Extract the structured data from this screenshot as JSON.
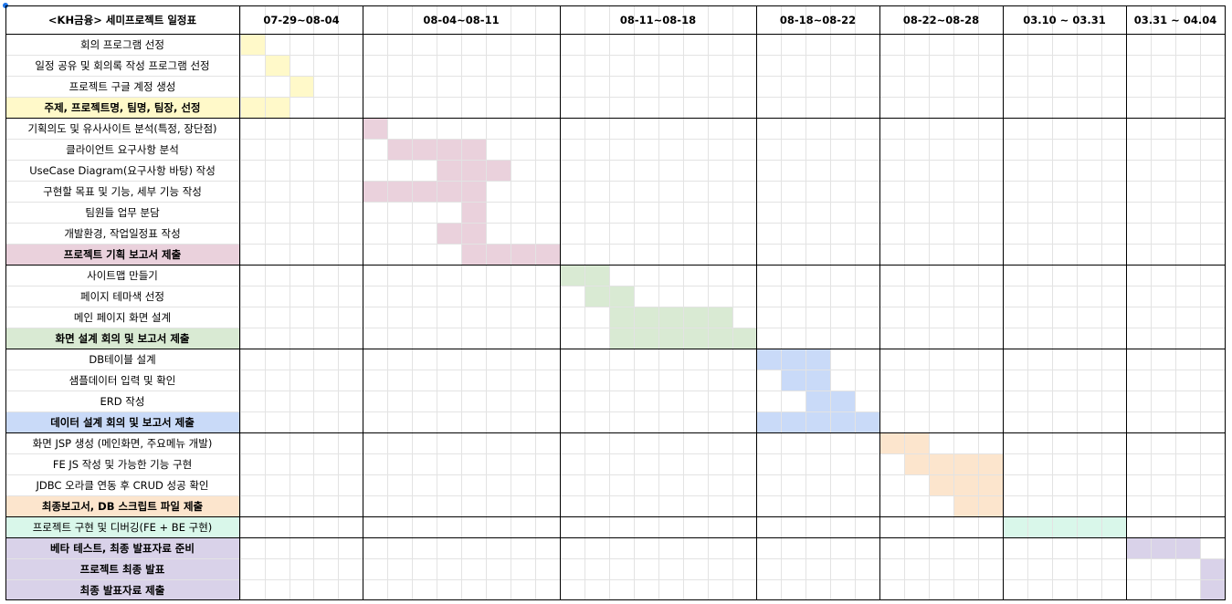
{
  "title": "<KH금융> 세미프로젝트 일정표",
  "weeks": [
    "07-29~08-04",
    "08-04~08-11",
    "08-11~08-18",
    "08-18~08-22",
    "08-22~08-28",
    "03.10 ~ 03.31",
    "03.31 ~ 04.04"
  ],
  "colors": {
    "yellow": "#fff9c9",
    "pink": "#ead1dc",
    "green": "#d9ead3",
    "blue": "#c9daf8",
    "orange": "#fce5cd",
    "teal": "#d9f7ea",
    "purple": "#d9d2e9"
  },
  "groups": [
    {
      "color": "yellow",
      "tasks": [
        {
          "label": "회의 프로그램 선정",
          "bold": false,
          "start": 0,
          "len": 1
        },
        {
          "label": "일정 공유 및 회의록 작성 프로그램 선정",
          "bold": false,
          "start": 1,
          "len": 1
        },
        {
          "label": "프로젝트 구글 계정 생성",
          "bold": false,
          "start": 2,
          "len": 1
        },
        {
          "label": "주제, 프로젝트명, 팀명, 팀장, 선정",
          "bold": true,
          "start": 0,
          "len": 2
        }
      ]
    },
    {
      "color": "pink",
      "tasks": [
        {
          "label": "기획의도 및 유사사이트 분석(특정, 장단점)",
          "bold": false,
          "start": 5,
          "len": 1
        },
        {
          "label": "클라이언트 요구사항 분석",
          "bold": false,
          "start": 6,
          "len": 4
        },
        {
          "label": "UseCase Diagram(요구사항 바탕) 작성",
          "bold": false,
          "start": 8,
          "len": 3
        },
        {
          "label": "구현할 목표 및 기능, 세부 기능 작성",
          "bold": false,
          "start": 5,
          "len": 5
        },
        {
          "label": "팀원들 업무 분담",
          "bold": false,
          "start": 9,
          "len": 1
        },
        {
          "label": "개발환경, 작업일정표 작성",
          "bold": false,
          "start": 8,
          "len": 2
        },
        {
          "label": "프로젝트 기획 보고서 제출",
          "bold": true,
          "start": 9,
          "len": 4
        }
      ]
    },
    {
      "color": "green",
      "tasks": [
        {
          "label": "사이트맵 만들기",
          "bold": false,
          "start": 13,
          "len": 2
        },
        {
          "label": "페이지 테마색 선정",
          "bold": false,
          "start": 14,
          "len": 2
        },
        {
          "label": "메인 페이지 화면 설계",
          "bold": false,
          "start": 15,
          "len": 5
        },
        {
          "label": "화면 설계 회의 및 보고서 제출",
          "bold": true,
          "start": 15,
          "len": 6
        }
      ]
    },
    {
      "color": "blue",
      "tasks": [
        {
          "label": "DB테이블 설계",
          "bold": false,
          "start": 21,
          "len": 3
        },
        {
          "label": "샘플데이터 입력 및 확인",
          "bold": false,
          "start": 22,
          "len": 2
        },
        {
          "label": "ERD 작성",
          "bold": false,
          "start": 23,
          "len": 2
        },
        {
          "label": "데이터 설계 회의 및 보고서 제출",
          "bold": true,
          "start": 21,
          "len": 5
        }
      ]
    },
    {
      "color": "orange",
      "tasks": [
        {
          "label": "화면 JSP 생성 (메인화면, 주요메뉴 개발)",
          "bold": false,
          "start": 26,
          "len": 2
        },
        {
          "label": "FE JS 작성 및 가능한 기능 구현",
          "bold": false,
          "start": 27,
          "len": 4
        },
        {
          "label": "JDBC 오라클 연동 후 CRUD  성공 확인",
          "bold": false,
          "start": 28,
          "len": 3
        },
        {
          "label": "최종보고서, DB 스크립트 파일 제출",
          "bold": true,
          "start": 29,
          "len": 2
        }
      ]
    },
    {
      "color": "teal",
      "tasks": [
        {
          "label": "프로젝트 구현 및 디버깅(FE + BE 구현)",
          "bold": false,
          "start": 31,
          "len": 5
        }
      ]
    },
    {
      "color": "purple",
      "tasks": [
        {
          "label": "베타 테스트, 최종 발표자료 준비",
          "bold": true,
          "start": 36,
          "len": 3
        },
        {
          "label": "프로젝트 최종 발표",
          "bold": true,
          "start": 39,
          "len": 1
        },
        {
          "label": "최종 발표자료 제출",
          "bold": true,
          "start": 39,
          "len": 1
        }
      ]
    }
  ]
}
